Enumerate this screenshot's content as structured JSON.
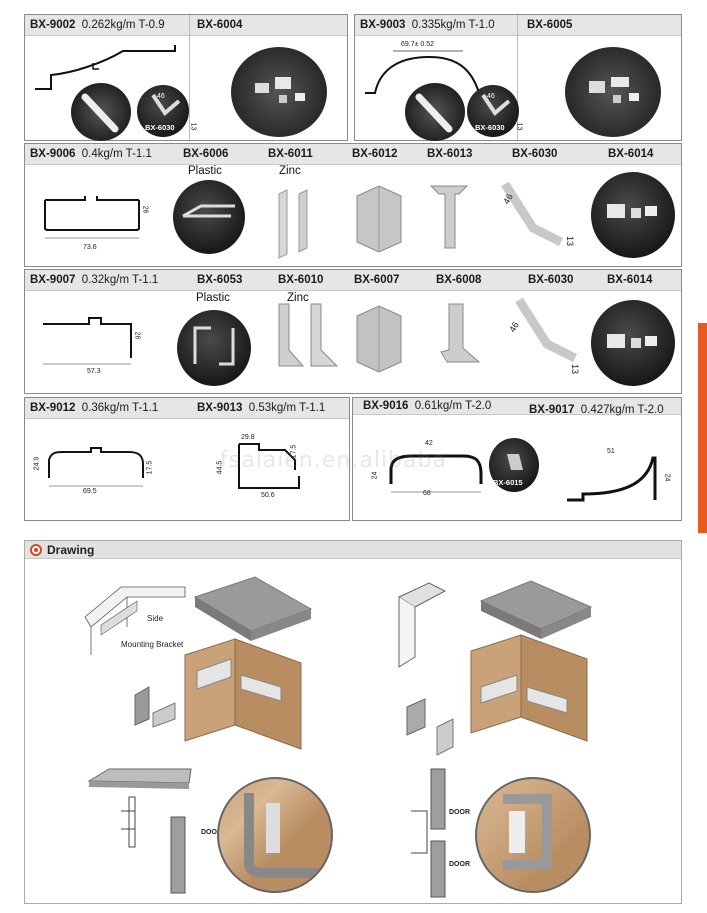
{
  "row1": {
    "left": {
      "code": "BX-9002",
      "spec": "0.262kg/m  T-0.9",
      "code2": "BX-6004",
      "badge": "BX-6030",
      "dim_a": "46",
      "dim_b": "13"
    },
    "right": {
      "code": "BX-9003",
      "spec": "0.335kg/m  T-1.0",
      "code2": "BX-6005",
      "width": "69.7± 0.52",
      "badge": "BX-6030",
      "dim_a": "46",
      "dim_b": "13"
    }
  },
  "row2": {
    "code": "BX-9006",
    "spec": "0.4kg/m  T-1.1",
    "parts": [
      "BX-6006",
      "BX-6011",
      "BX-6012",
      "BX-6013",
      "BX-6030",
      "BX-6014"
    ],
    "material_plastic": "Plastic",
    "material_zinc": "Zinc",
    "width": "73.6",
    "height": "26",
    "dim_a": "46",
    "dim_b": "13"
  },
  "row3": {
    "code": "BX-9007",
    "spec": "0.32kg/m  T-1.1",
    "parts": [
      "BX-6053",
      "BX-6010",
      "BX-6007",
      "BX-6008",
      "BX-6030",
      "BX-6014"
    ],
    "material_plastic": "Plastic",
    "material_zinc": "Zinc",
    "width": "57.3",
    "height": "26",
    "dim_a": "46",
    "dim_b": "13"
  },
  "row4": {
    "p1": {
      "code": "BX-9012",
      "spec": "0.36kg/m  T-1.1",
      "width": "69.5",
      "h_left": "24.9",
      "h_right": "17.5"
    },
    "p2": {
      "code": "BX-9013",
      "spec": "0.53kg/m  T-1.1",
      "top": "29.8",
      "width": "50.6",
      "h_left": "44.5",
      "h_right": "17.5"
    },
    "p3": {
      "code": "BX-9016",
      "spec": "0.61kg/m  T-2.0",
      "top": "42",
      "width": "68",
      "height": "24",
      "badge": "BX-6015"
    },
    "p4": {
      "code": "BX-9017",
      "spec": "0.427kg/m  T-2.0",
      "width": "51",
      "height": "24"
    }
  },
  "watermark": "fsalaien.en.alibaba",
  "drawing": {
    "title": "Drawing",
    "labels": {
      "side": "Side",
      "bracket": "Mounting Bracket",
      "door1": "DOOR",
      "door2": "DOOR",
      "door3": "DOOR"
    }
  }
}
